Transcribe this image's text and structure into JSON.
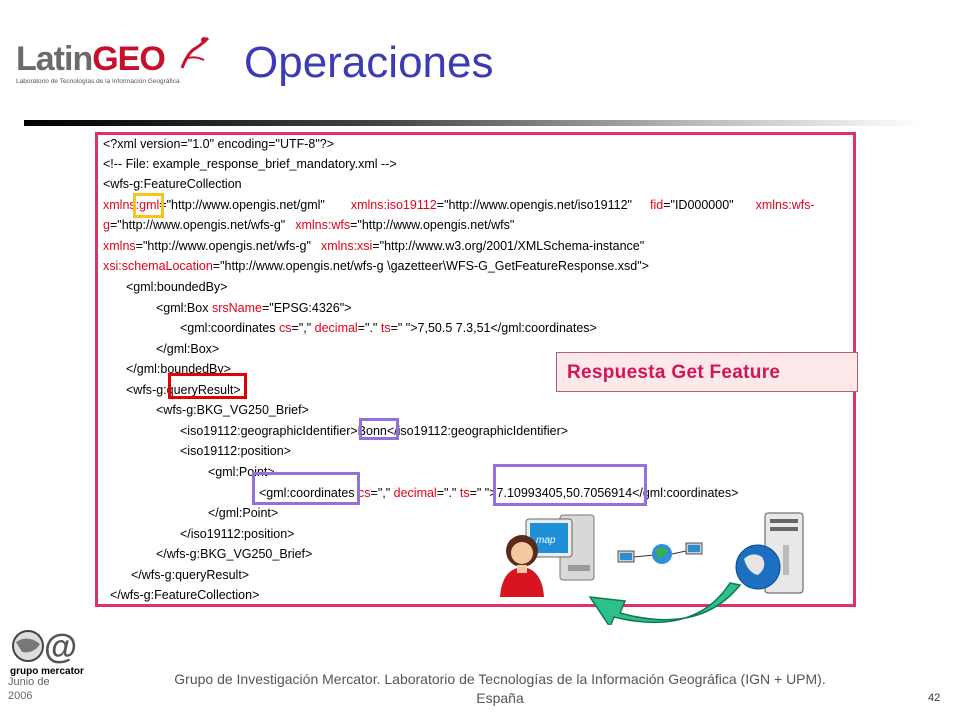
{
  "header": {
    "logo_text_latin": "Latin",
    "logo_text_geo": "GEO",
    "logo_tagline": "Laboratorio de Tecnologías de la Información Geográfica",
    "title": "Operaciones"
  },
  "callout": {
    "label": "Respuesta Get Feature"
  },
  "code": {
    "l1": "<?xml version=\"1.0\" encoding=\"UTF-8\"?>",
    "l2": "<!-- File: example_response_brief_mandatory.xml -->",
    "l3": "<wfs-g:FeatureCollection",
    "l4a": "xmlns:gml",
    "l4b": "=\"http://www.opengis.net/gml\"",
    "l4c": "xmlns:iso19112",
    "l4d": "=\"http://www.opengis.net/iso19112\"",
    "l4e": "fid",
    "l4f": "=\"ID000000\"",
    "l4g": "xmlns:wfs-",
    "l5a": "g",
    "l5b": "=\"http://www.opengis.net/wfs-g\"",
    "l5c": "xmlns:wfs",
    "l5d": "=\"http://www.opengis.net/wfs\"",
    "l6a": "xmlns",
    "l6b": "=\"http://www.opengis.net/wfs-g\"",
    "l6c": "xmlns:xsi",
    "l6d": "=\"http://www.w3.org/2001/XMLSchema-instance\"",
    "l7a": "xsi:schemaLocation",
    "l7b": "=\"http://www.opengis.net/wfs-g \\gazetteer\\WFS-G_GetFeatureResponse.xsd\">",
    "l8": "<gml:boundedBy>",
    "l9a": "<gml:Box ",
    "l9b": "srsName",
    "l9c": "=\"EPSG:4326\">",
    "l10a": "<gml:coordinates ",
    "l10b": "cs",
    "l10c": "=\",\" ",
    "l10d": "decimal",
    "l10e": "=\".\" ",
    "l10f": "ts",
    "l10g": "=\" \">7,50.5 7.3,51</gml:coordinates>",
    "l11": "</gml:Box>",
    "l12": "</gml:boundedBy>",
    "l13": "<wfs-g:queryResult>",
    "l14": "<wfs-g:BKG_VG250_Brief>",
    "l15": "<iso19112:geographicIdentifier>Bonn</iso19112:geographicIdentifier>",
    "l16": "<iso19112:position>",
    "l17": "<gml:Point>",
    "l18a": "<gml:coordinates ",
    "l18b": "cs",
    "l18c": "=\",\" ",
    "l18d": "decimal",
    "l18e": "=\".\" ",
    "l18f": "ts",
    "l18g": "=\" \">7.10993405,50.7056914</gml:coordinates>",
    "l19": "</gml:Point>",
    "l20": "</iso19112:position>",
    "l21": "</wfs-g:BKG_VG250_Brief>",
    "l22": "</wfs-g:queryResult>",
    "l23": "</wfs-g:FeatureCollection>"
  },
  "illustration": {
    "map_label": "map"
  },
  "footer": {
    "text_line1": "Grupo de Investigación Mercator. Laboratorio de Tecnologías de la Información Geográfica (IGN + UPM).",
    "text_line2": "España",
    "date_line1": "Junio de",
    "date_line2": "2006",
    "page_number": "42",
    "mercator_logo_text": "grupo mercator"
  },
  "colors": {
    "title": "#3b3bb5",
    "panel_border": "#e0306a",
    "callout_text": "#d4145a",
    "attr_red": "#e8001c",
    "highlight_yellow": "#f5c518",
    "highlight_red": "#e00000",
    "highlight_purple": "#9370db"
  }
}
